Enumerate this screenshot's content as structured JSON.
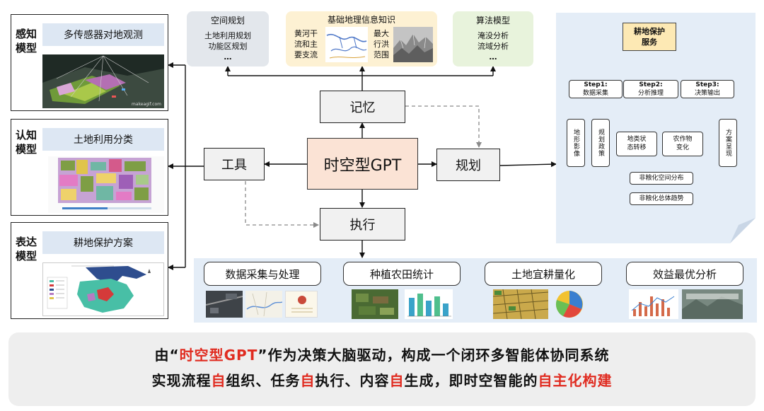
{
  "left_panels": [
    {
      "label": "感知\n模型",
      "title": "多传感器对地观测",
      "watermark": "makeagif.com"
    },
    {
      "label": "认知\n模型",
      "title": "土地利用分类"
    },
    {
      "label": "表达\n模型",
      "title": "耕地保护方案"
    }
  ],
  "top_boxes": {
    "spatial": {
      "title": "空间规划",
      "items": [
        "土地利用规划",
        "功能区规划",
        "…"
      ]
    },
    "geo": {
      "title": "基础地理信息知识",
      "left_text": "黄河干\n流和主\n要支流",
      "right_text": "最大\n行洪\n范围"
    },
    "algo": {
      "title": "算法模型",
      "items": [
        "淹没分析",
        "流域分析",
        "…"
      ]
    }
  },
  "center": {
    "core": "时空型GPT",
    "memory": "记忆",
    "tools": "工具",
    "planning": "规划",
    "execute": "执行"
  },
  "pipeline": {
    "steps": [
      "数据采集与处理",
      "种植农田统计",
      "土地宜耕量化",
      "效益最优分析"
    ]
  },
  "right_panel": {
    "title": "耕地保护\n服务",
    "steps": [
      {
        "name": "Step1:",
        "sub": "数据采集"
      },
      {
        "name": "Step2:",
        "sub": "分析推理"
      },
      {
        "name": "Step3:",
        "sub": "决策输出"
      }
    ],
    "leaves": {
      "imagery": "地形影像",
      "policy": "规划政策",
      "state": "地类状\n态转移",
      "crop": "农作物\n变化",
      "output": "方案呈现",
      "spatial": "非粮化空间分布",
      "trend": "非粮化总体趋势"
    }
  },
  "banner": {
    "line1": {
      "a": "由“",
      "b": "时空型GPT",
      "c": "”作为决策大脑驱动，构成一个闭环多智能体协同系统"
    },
    "line2": {
      "a": "实现流程",
      "b": "自",
      "c": "组织、任务",
      "d": "自",
      "e": "执行、内容",
      "f": "自",
      "g": "生成，即时空智能的",
      "h": "自主化构建"
    }
  },
  "colors": {
    "core_fill": "#fbe3d5",
    "node_fill": "#f1f1f1",
    "panel_blue": "#dde7f3",
    "pipeline_blue": "#e4edf7",
    "accent_red": "#e02b20",
    "top_grey": "#e3e7ec",
    "top_yellow": "#fdf1d3",
    "top_green": "#e8f3dc"
  }
}
